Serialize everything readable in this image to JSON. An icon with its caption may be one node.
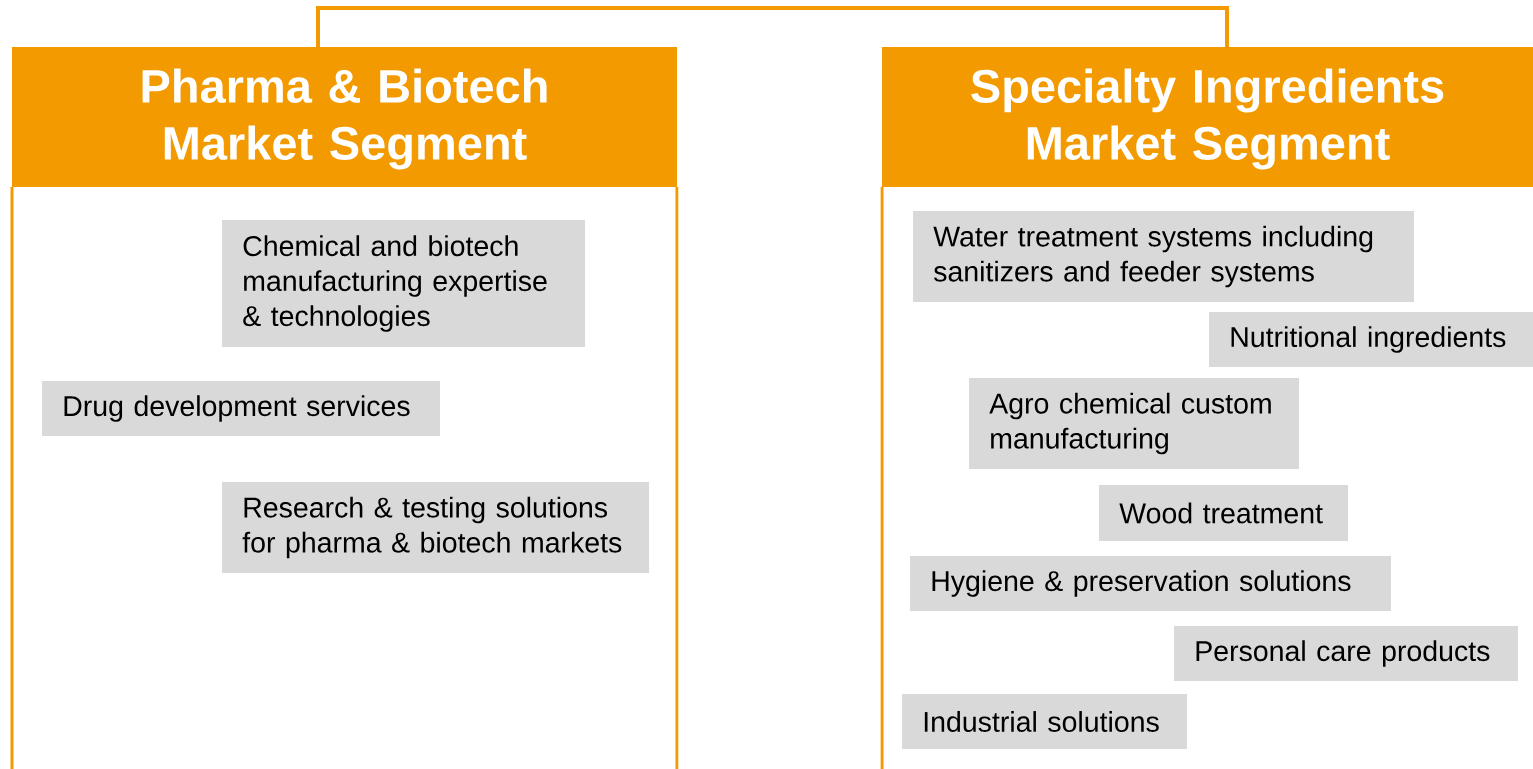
{
  "diagram": {
    "nodes": [
      {
        "text": [
          "Pharma & Biotech Market Segment"
        ]
      },
      {
        "text": [
          "Chemical and biotech manufacturing expertise & technologies"
        ],
        "in": 0
      },
      {
        "text": [
          "Drug development services"
        ],
        "in": 0
      },
      {
        "text": [
          "Research & testing solutions for pharma & biotech markets"
        ],
        "in": 0
      },
      {
        "text": [
          "Specialty Ingredients Market Segment"
        ]
      },
      {
        "text": [
          "Water treatment systems including sanitizers and feeder systems"
        ],
        "in": 4
      },
      {
        "text": [
          "Nutritional ingredients"
        ],
        "in": 4
      },
      {
        "text": [
          "Agro chemical custom manufacturing"
        ],
        "in": 4
      },
      {
        "text": [
          "Wood treatment"
        ],
        "in": 4
      },
      {
        "text": [
          "Hygiene & preservation  solutions"
        ],
        "in": 4
      },
      {
        "text": [
          "Personal care products"
        ],
        "in": 4
      },
      {
        "text": [
          "Industrial solutions"
        ],
        "in": 4
      }
    ],
    "edges": [
      {
        "from": 0,
        "to": 4,
        "arrow": "none"
      }
    ]
  }
}
